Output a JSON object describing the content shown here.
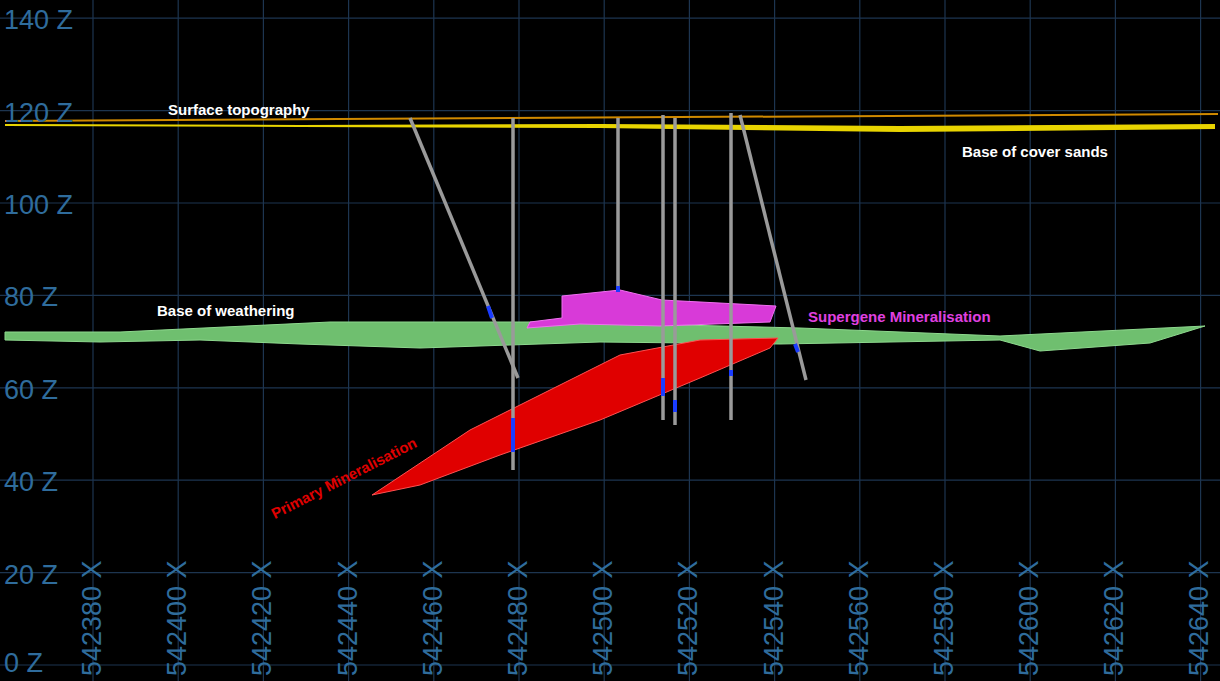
{
  "diagram": {
    "labels": [
      "140 Z",
      "120 Z",
      "100 Z",
      "80 Z",
      "60 Z",
      "40 Z",
      "20 Z",
      "0 Z",
      "542380 X",
      "542400 X",
      "542420 X",
      "542440 X",
      "542460 X",
      "542480 X",
      "542500 X",
      "542520 X",
      "542540 X",
      "542560 X",
      "542580 X",
      "542600 X",
      "542620 X",
      "542640 X",
      "Surface topography",
      "Base of cover sands",
      "Base of weathering",
      "Supergene Mineralisation",
      "Primary Mineralisation"
    ]
  }
}
